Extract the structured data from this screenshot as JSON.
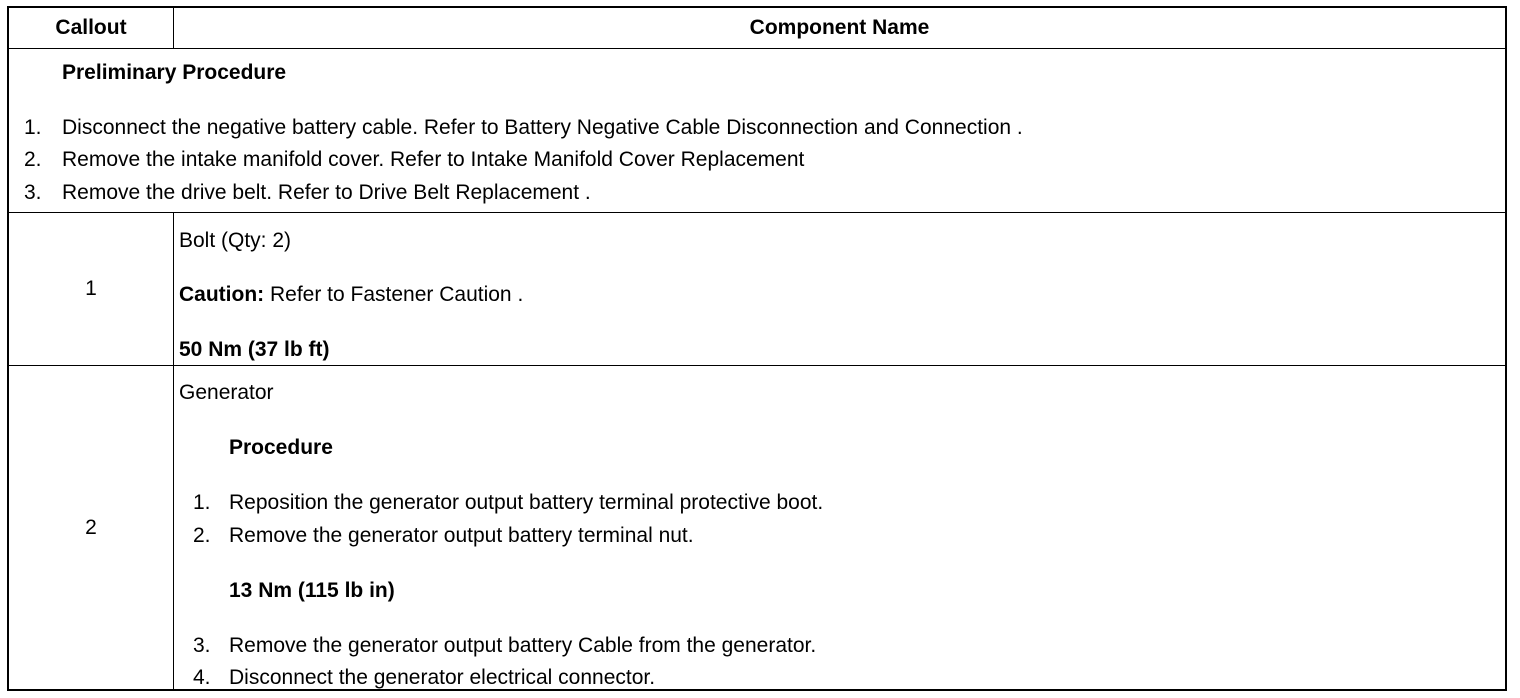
{
  "header": {
    "callout": "Callout",
    "component_name": "Component Name"
  },
  "preliminary": {
    "title": "Preliminary Procedure",
    "steps": [
      {
        "num": "1.",
        "text": "Disconnect the negative battery cable. Refer to Battery Negative Cable Disconnection and Connection ."
      },
      {
        "num": "2.",
        "text": "Remove the intake manifold cover. Refer to Intake Manifold Cover Replacement"
      },
      {
        "num": "3.",
        "text": "Remove the drive belt. Refer to Drive Belt Replacement ."
      }
    ]
  },
  "rows": [
    {
      "callout": "1",
      "name": "Bolt (Qty: 2)",
      "caution_label": "Caution:",
      "caution_text": " Refer to Fastener Caution .",
      "torque": "50 Nm (37 lb ft)"
    },
    {
      "callout": "2",
      "name": "Generator",
      "procedure_title": "Procedure",
      "steps_a": [
        {
          "num": "1.",
          "text": "Reposition the generator output battery terminal protective boot."
        },
        {
          "num": "2.",
          "text": "Remove the generator output battery terminal nut."
        }
      ],
      "torque": "13 Nm (115 lb in)",
      "steps_b": [
        {
          "num": "3.",
          "text": "Remove the generator output battery Cable from the generator."
        },
        {
          "num": "4.",
          "text": "Disconnect the generator electrical connector."
        }
      ]
    }
  ]
}
